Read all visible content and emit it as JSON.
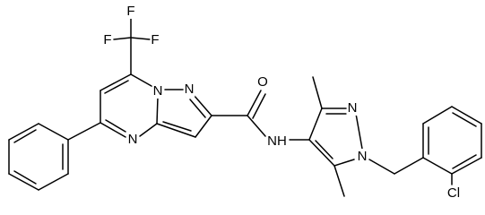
{
  "molecule": {
    "atoms": [
      {
        "id": "F1",
        "label": "F"
      },
      {
        "id": "F2",
        "label": "F"
      },
      {
        "id": "F3",
        "label": "F"
      },
      {
        "id": "N1",
        "label": "N"
      },
      {
        "id": "N2",
        "label": "N"
      },
      {
        "id": "N3",
        "label": "N"
      },
      {
        "id": "O1",
        "label": "O"
      },
      {
        "id": "NH",
        "label": "NH"
      },
      {
        "id": "N4",
        "label": "N"
      },
      {
        "id": "N5",
        "label": "N"
      },
      {
        "id": "Cl",
        "label": "Cl"
      }
    ]
  }
}
